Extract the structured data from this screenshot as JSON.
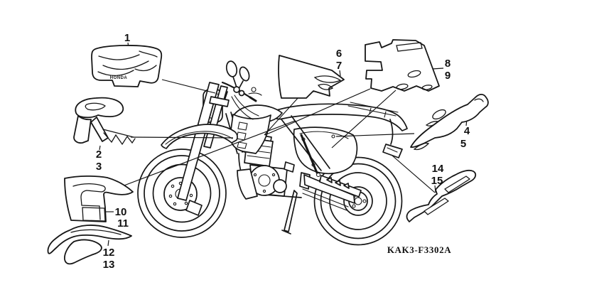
{
  "diagram": {
    "part_code": "KAK3-F3302A",
    "decal1_brand": "HONDA"
  },
  "callouts": {
    "c1": "1",
    "c2": "2",
    "c3": "3",
    "c4": "4",
    "c5": "5",
    "c6": "6",
    "c7": "7",
    "c8": "8",
    "c9": "9",
    "c10": "10",
    "c11": "11",
    "c12": "12",
    "c13": "13",
    "c14": "14",
    "c15": "15"
  }
}
